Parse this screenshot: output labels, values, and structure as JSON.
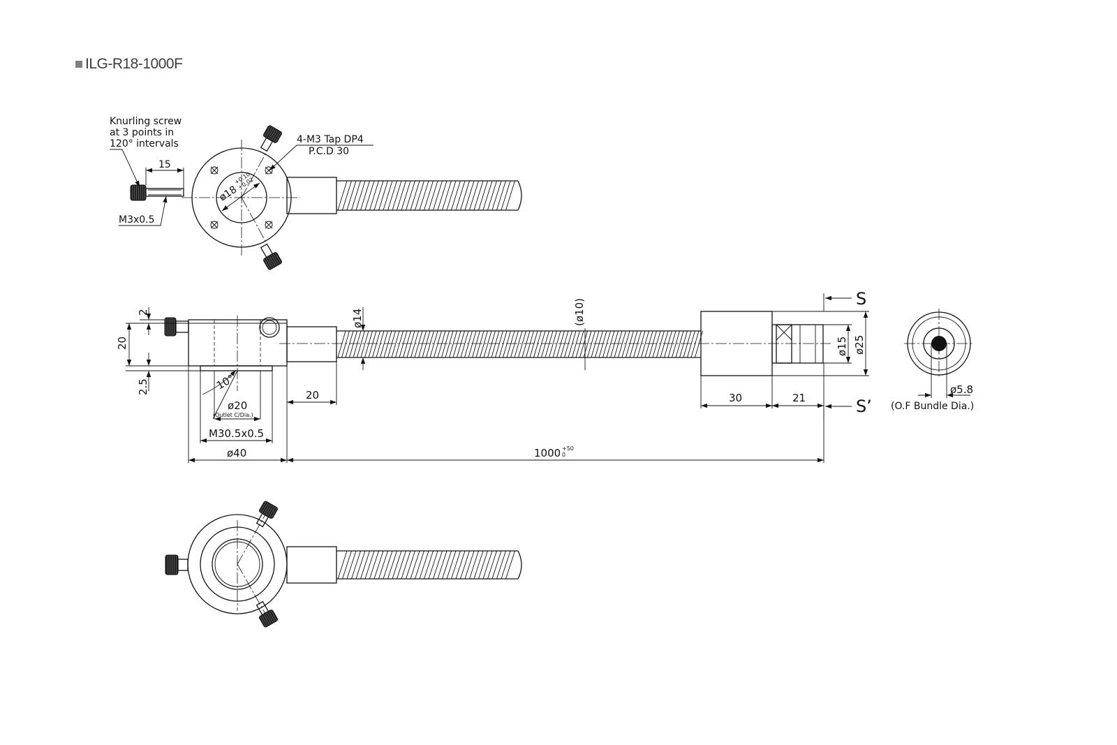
{
  "title": "ILG-R18-1000F",
  "drawing": {
    "top_view": {
      "note_knurling": [
        "Knurling screw",
        "at 3 points in",
        "120° intervals"
      ],
      "dim_screw_length": "15",
      "screw_thread": "M3x0.5",
      "tap_note": [
        "4-M3 Tap DP4",
        "P.C.D 30"
      ],
      "bore_dia": "ø18",
      "bore_tol_upper": "+0.10",
      "bore_tol_lower": "+0.02"
    },
    "side_view": {
      "dim_2": "2",
      "dim_20_height": "20",
      "dim_2_5": "2.5",
      "angle": "10°",
      "outlet_dia": "ø20",
      "outlet_note": "(Outlet C/Dia.)",
      "thread": "M30.5x0.5",
      "body_dia": "ø40",
      "ferrule_length": "20",
      "sleeve_dia": "ø14",
      "cable_dia": "(ø10)",
      "length": "1000",
      "length_tol_upper": "+50",
      "length_tol_lower": "0",
      "end_dia_large": "ø25",
      "end_dia_small": "ø15",
      "end_len_1": "30",
      "end_len_2": "21",
      "section_top": "S",
      "section_bottom": "S’"
    },
    "end_view": {
      "bundle_dia": "ø5.8",
      "bundle_note": "(O.F Bundle Dia.)"
    }
  }
}
